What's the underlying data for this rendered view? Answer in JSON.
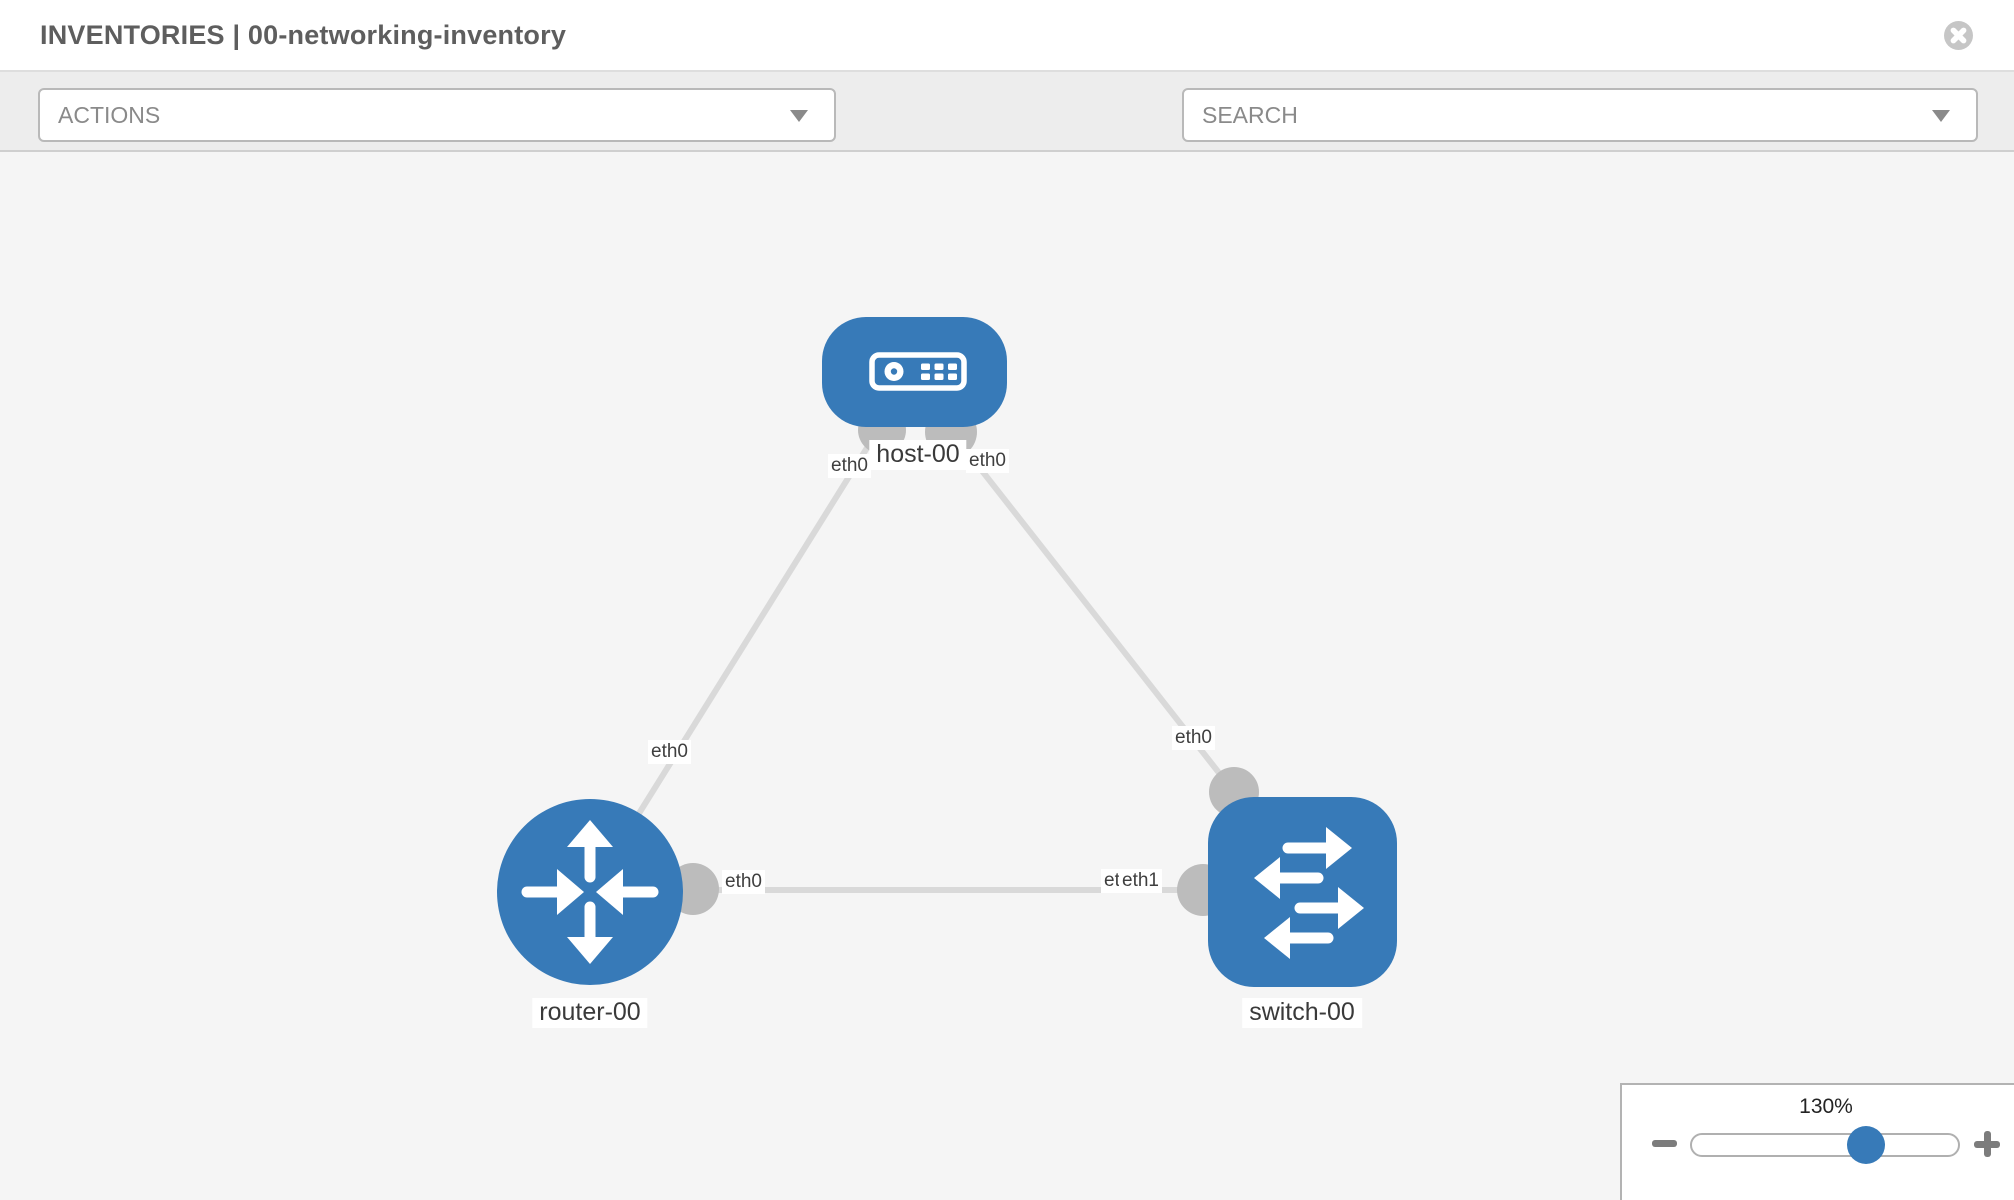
{
  "header": {
    "title": "INVENTORIES | 00-networking-inventory"
  },
  "toolbar": {
    "actions_label": "ACTIONS",
    "search_placeholder": "SEARCH",
    "icons": [
      "wrench-icon",
      "key-icon"
    ]
  },
  "topology": {
    "nodes": [
      {
        "label": "host-00",
        "type": "host",
        "shape": "rounded-rect"
      },
      {
        "label": "router-00",
        "type": "router",
        "shape": "circle"
      },
      {
        "label": "switch-00",
        "type": "switch",
        "shape": "rounded-square"
      }
    ],
    "links": [
      {
        "from": "host-00",
        "from_if": "eth0",
        "to": "router-00",
        "to_if": "eth0"
      },
      {
        "from": "host-00",
        "from_if": "eth0",
        "to": "switch-00",
        "to_if": "eth0"
      },
      {
        "from": "router-00",
        "from_if": "eth0",
        "to": "switch-00",
        "to_if": "eth1"
      }
    ],
    "iface_labels": {
      "host_left": "eth0",
      "host_right": "eth0",
      "host_router_mid": "eth0",
      "host_switch_mid": "eth0",
      "router_end": "eth0",
      "switch_end_under": "eth0",
      "switch_end_over": "eth1"
    }
  },
  "zoom_control": {
    "percent_label": "130%",
    "percent": 130
  },
  "colors": {
    "node_blue": "#377ab8",
    "port_gray": "#bcbcbc",
    "link_gray": "#d9d9d9",
    "canvas_bg": "#f5f5f5",
    "toolbar_bg": "#ededed",
    "icon_gray": "#6e7880",
    "title_gray": "#5e5e5e"
  }
}
